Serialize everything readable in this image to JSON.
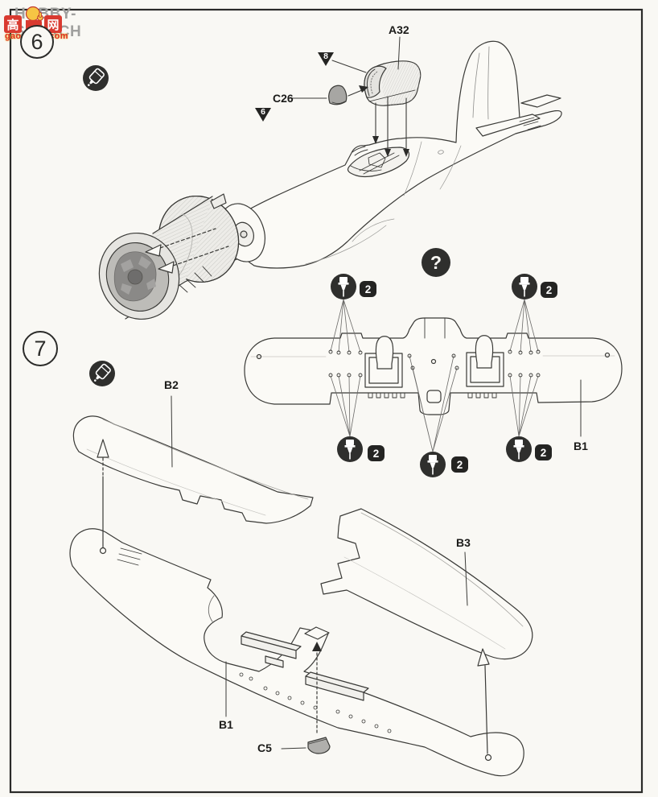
{
  "watermark": {
    "char_left": "高",
    "char_right": "网",
    "brand": "HOBBY-SEARCH",
    "site": "gao-shou.com"
  },
  "step6": {
    "number": "6",
    "part_labels": {
      "a32": "A32",
      "c26": "C26"
    },
    "paint_markers": {
      "marker8": "8",
      "marker6": "6"
    }
  },
  "question_mark": "?",
  "step7": {
    "number": "7",
    "part_labels": {
      "b1_top_view": "B1",
      "b2": "B2",
      "b3": "B3",
      "b1_exploded": "B1",
      "c5": "C5"
    },
    "drill_badges": [
      "2",
      "2",
      "2",
      "2",
      "2"
    ]
  },
  "icons": {
    "glue": "cement-glue-icon",
    "drill": "drill-holes-icon",
    "question": "question-mark-icon"
  },
  "colors": {
    "watermark_red": "#d93a30",
    "ink": "#2e2e2c",
    "part_shade": "#b0afac",
    "watermark_gray": "#a0a09e"
  }
}
